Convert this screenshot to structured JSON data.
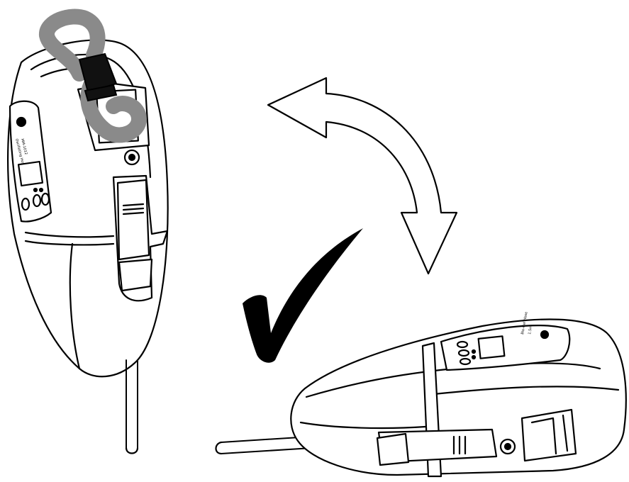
{
  "diagram": {
    "panels": [
      {
        "id": "vertical-device",
        "orientation": "vertical"
      },
      {
        "id": "horizontal-device",
        "orientation": "horizontal"
      }
    ],
    "arrow": {
      "kind": "double-headed",
      "icon": "curved-double-arrow-icon"
    },
    "check": {
      "icon": "checkmark-icon"
    },
    "device_label": {
      "line1": "Oscillating Hose",
      "line2": "MM-1012",
      "line3": "Bio-Gel Hose",
      "line4": "1.5m"
    },
    "colors": {
      "ink": "#000000",
      "paper": "#ffffff",
      "strap": "#8a8a8a",
      "strap_dark": "#111111"
    }
  }
}
